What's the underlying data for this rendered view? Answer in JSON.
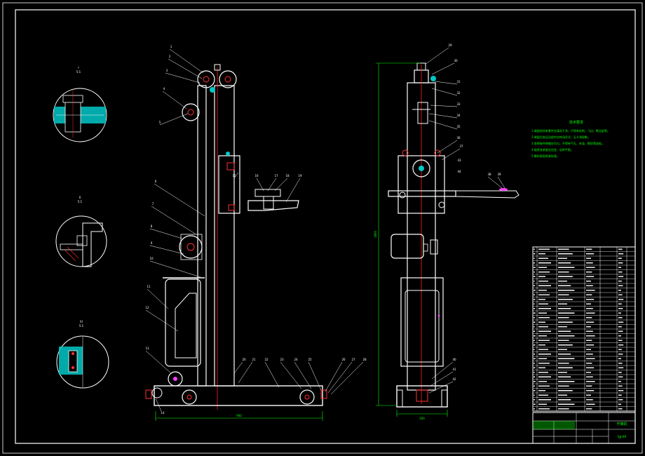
{
  "colors": {
    "background": "#000000",
    "line": "#ffffff",
    "centerline": "#ff2020",
    "dimension": "#00ff00",
    "section_fill": "#00c8c8",
    "accent_red": "#ff3030",
    "accent_magenta": "#ff40ff"
  },
  "detail_views": [
    {
      "label": "I",
      "scale": "5:1"
    },
    {
      "label": "II",
      "scale": "5:1"
    },
    {
      "label": "III",
      "scale": "5:1"
    }
  ],
  "front_view": {
    "balloons": [
      "1",
      "2",
      "3",
      "4",
      "5",
      "6",
      "7",
      "8",
      "9",
      "10",
      "11",
      "12",
      "13",
      "14",
      "15",
      "16",
      "17",
      "18",
      "19",
      "20",
      "21",
      "22",
      "23",
      "24",
      "25",
      "26",
      "27",
      "28"
    ],
    "dim_height": "1800",
    "dim_width": "900"
  },
  "side_view": {
    "balloons": [
      "29",
      "30",
      "31",
      "32",
      "33",
      "34",
      "35",
      "36",
      "37",
      "38",
      "39",
      "40",
      "41",
      "42",
      "43",
      "44"
    ],
    "dim_height": "1800",
    "dim_width": "500"
  },
  "tech_requirements": {
    "title": "技术要求",
    "lines": [
      "1.装配前所有零件应清洗干净，不得有毛刺、飞边、氧化皮等。",
      "2.装配后各运动部件应转动灵活，无卡滞现象。",
      "3.各焊接件焊缝应均匀，不得有气孔、夹渣、裂纹等缺陷。",
      "4.链条张紧度应适宜，运转平稳。",
      "5.整机表面喷漆处理。"
    ]
  },
  "title_block": {
    "drawing_title": "升降机",
    "drawing_no": "SJJ-00"
  }
}
